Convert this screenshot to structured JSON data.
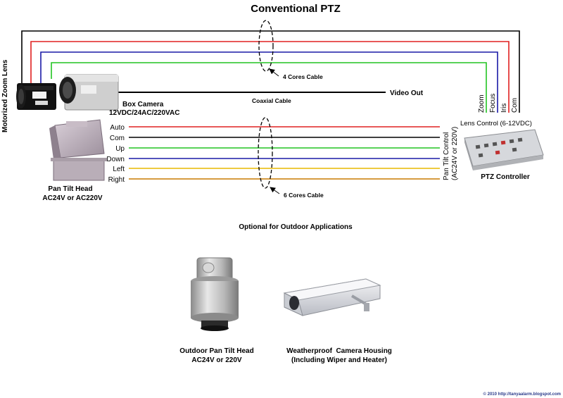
{
  "title": "Conventional PTZ",
  "lens_label": "Motorized Zoom Lens",
  "box_camera": {
    "line1": "Box Camera",
    "line2": "12VDC/24AC/220VAC"
  },
  "cable4": {
    "label": "4 Cores Cable"
  },
  "coaxial": {
    "label": "Coaxial Cable",
    "video_out": "Video Out"
  },
  "lens_wires": [
    {
      "label": "Zoom",
      "color": "#00aa00"
    },
    {
      "label": "Focus",
      "color": "#1a1aa6"
    },
    {
      "label": "Iris",
      "color": "#e02020"
    },
    {
      "label": "Com",
      "color": "#000000"
    }
  ],
  "lens_control": "Lens Control (6-12VDC)",
  "pan_tilt_control": {
    "line1": "Pan Tilt Control",
    "line2": "(AC24V or 220V)"
  },
  "ptz_wires": [
    {
      "label": "Auto",
      "color": "#e02020"
    },
    {
      "label": "Com",
      "color": "#000000"
    },
    {
      "label": "Up",
      "color": "#22c422"
    },
    {
      "label": "Down",
      "color": "#1a1aa6"
    },
    {
      "label": "Left",
      "color": "#e8b800"
    },
    {
      "label": "Right",
      "color": "#c87a00"
    }
  ],
  "cable6": {
    "label": "6 Cores Cable"
  },
  "pan_tilt_head": {
    "line1": "Pan Tilt Head",
    "line2": "AC24V or AC220V"
  },
  "ptz_controller": "PTZ Controller",
  "optional": "Optional for Outdoor Applications",
  "outdoor_head": {
    "line1": "Outdoor Pan Tilt Head",
    "line2": "AC24V or 220V"
  },
  "housing": {
    "line1": "Weatherproof  Camera Housing",
    "line2": "(Including Wiper and Heater)"
  },
  "copyright": "© 2010 http://tanyaalarm.blogspot.com",
  "colors": {
    "black": "#000000",
    "red": "#e02020",
    "blue": "#1a1aa6",
    "green": "#22c422",
    "yellow": "#e8b800",
    "orange": "#c87a00"
  },
  "icons": [
    "motorized-zoom-lens-icon",
    "box-camera-icon",
    "pan-tilt-head-icon",
    "ptz-controller-icon",
    "outdoor-pan-tilt-head-icon",
    "camera-housing-icon"
  ]
}
